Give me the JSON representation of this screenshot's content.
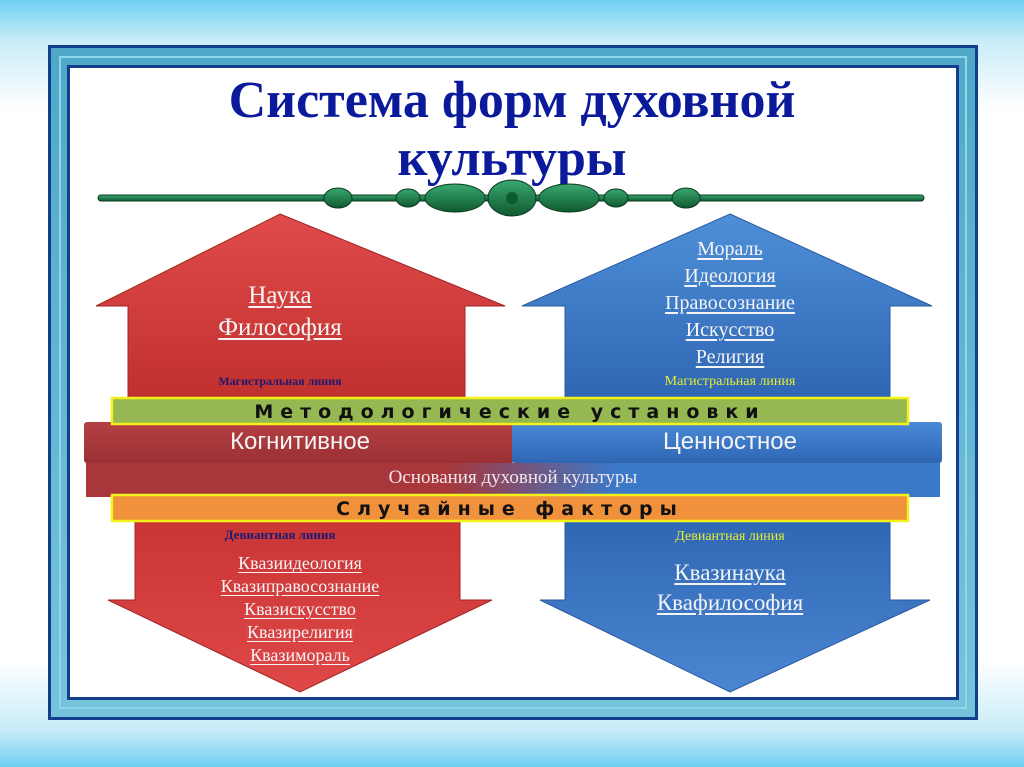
{
  "title": {
    "line1": "Система форм духовной",
    "line2": "культуры"
  },
  "colors": {
    "title": "#0a1a9a",
    "red_arrow": "#c9393b",
    "blue_arrow": "#3a78c8",
    "green_bar": "#95b852",
    "orange_bar": "#f0913c",
    "bar_border": "#f2f21a",
    "frame_dark": "#123e8c",
    "frame_teal": "#5bb4d0",
    "ornament": "#1e7a4a"
  },
  "left_up_arrow": {
    "items": [
      "Наука",
      "Философия"
    ],
    "line_label": "Магистральная линия"
  },
  "right_up_arrow": {
    "items": [
      "Мораль",
      "Идеология",
      "Правосознание",
      "Искусство",
      "Религия"
    ],
    "line_label": "Магистральная линия"
  },
  "methodology_bar": "Методологические установки",
  "cognitive_label": "Когнитивное",
  "value_label": "Ценностное",
  "foundations_label": "Основания духовной культуры",
  "random_factors_bar": "Случайные факторы",
  "left_down_arrow": {
    "line_label": "Девиантная линия",
    "items": [
      "Квазиидеология",
      "Квазиправосознание",
      "Квазискусство",
      "Квазирелигия",
      "Квазимораль"
    ]
  },
  "right_down_arrow": {
    "line_label": "Девиантная линия",
    "items": [
      "Квазинаука",
      "Квафилософия"
    ]
  }
}
